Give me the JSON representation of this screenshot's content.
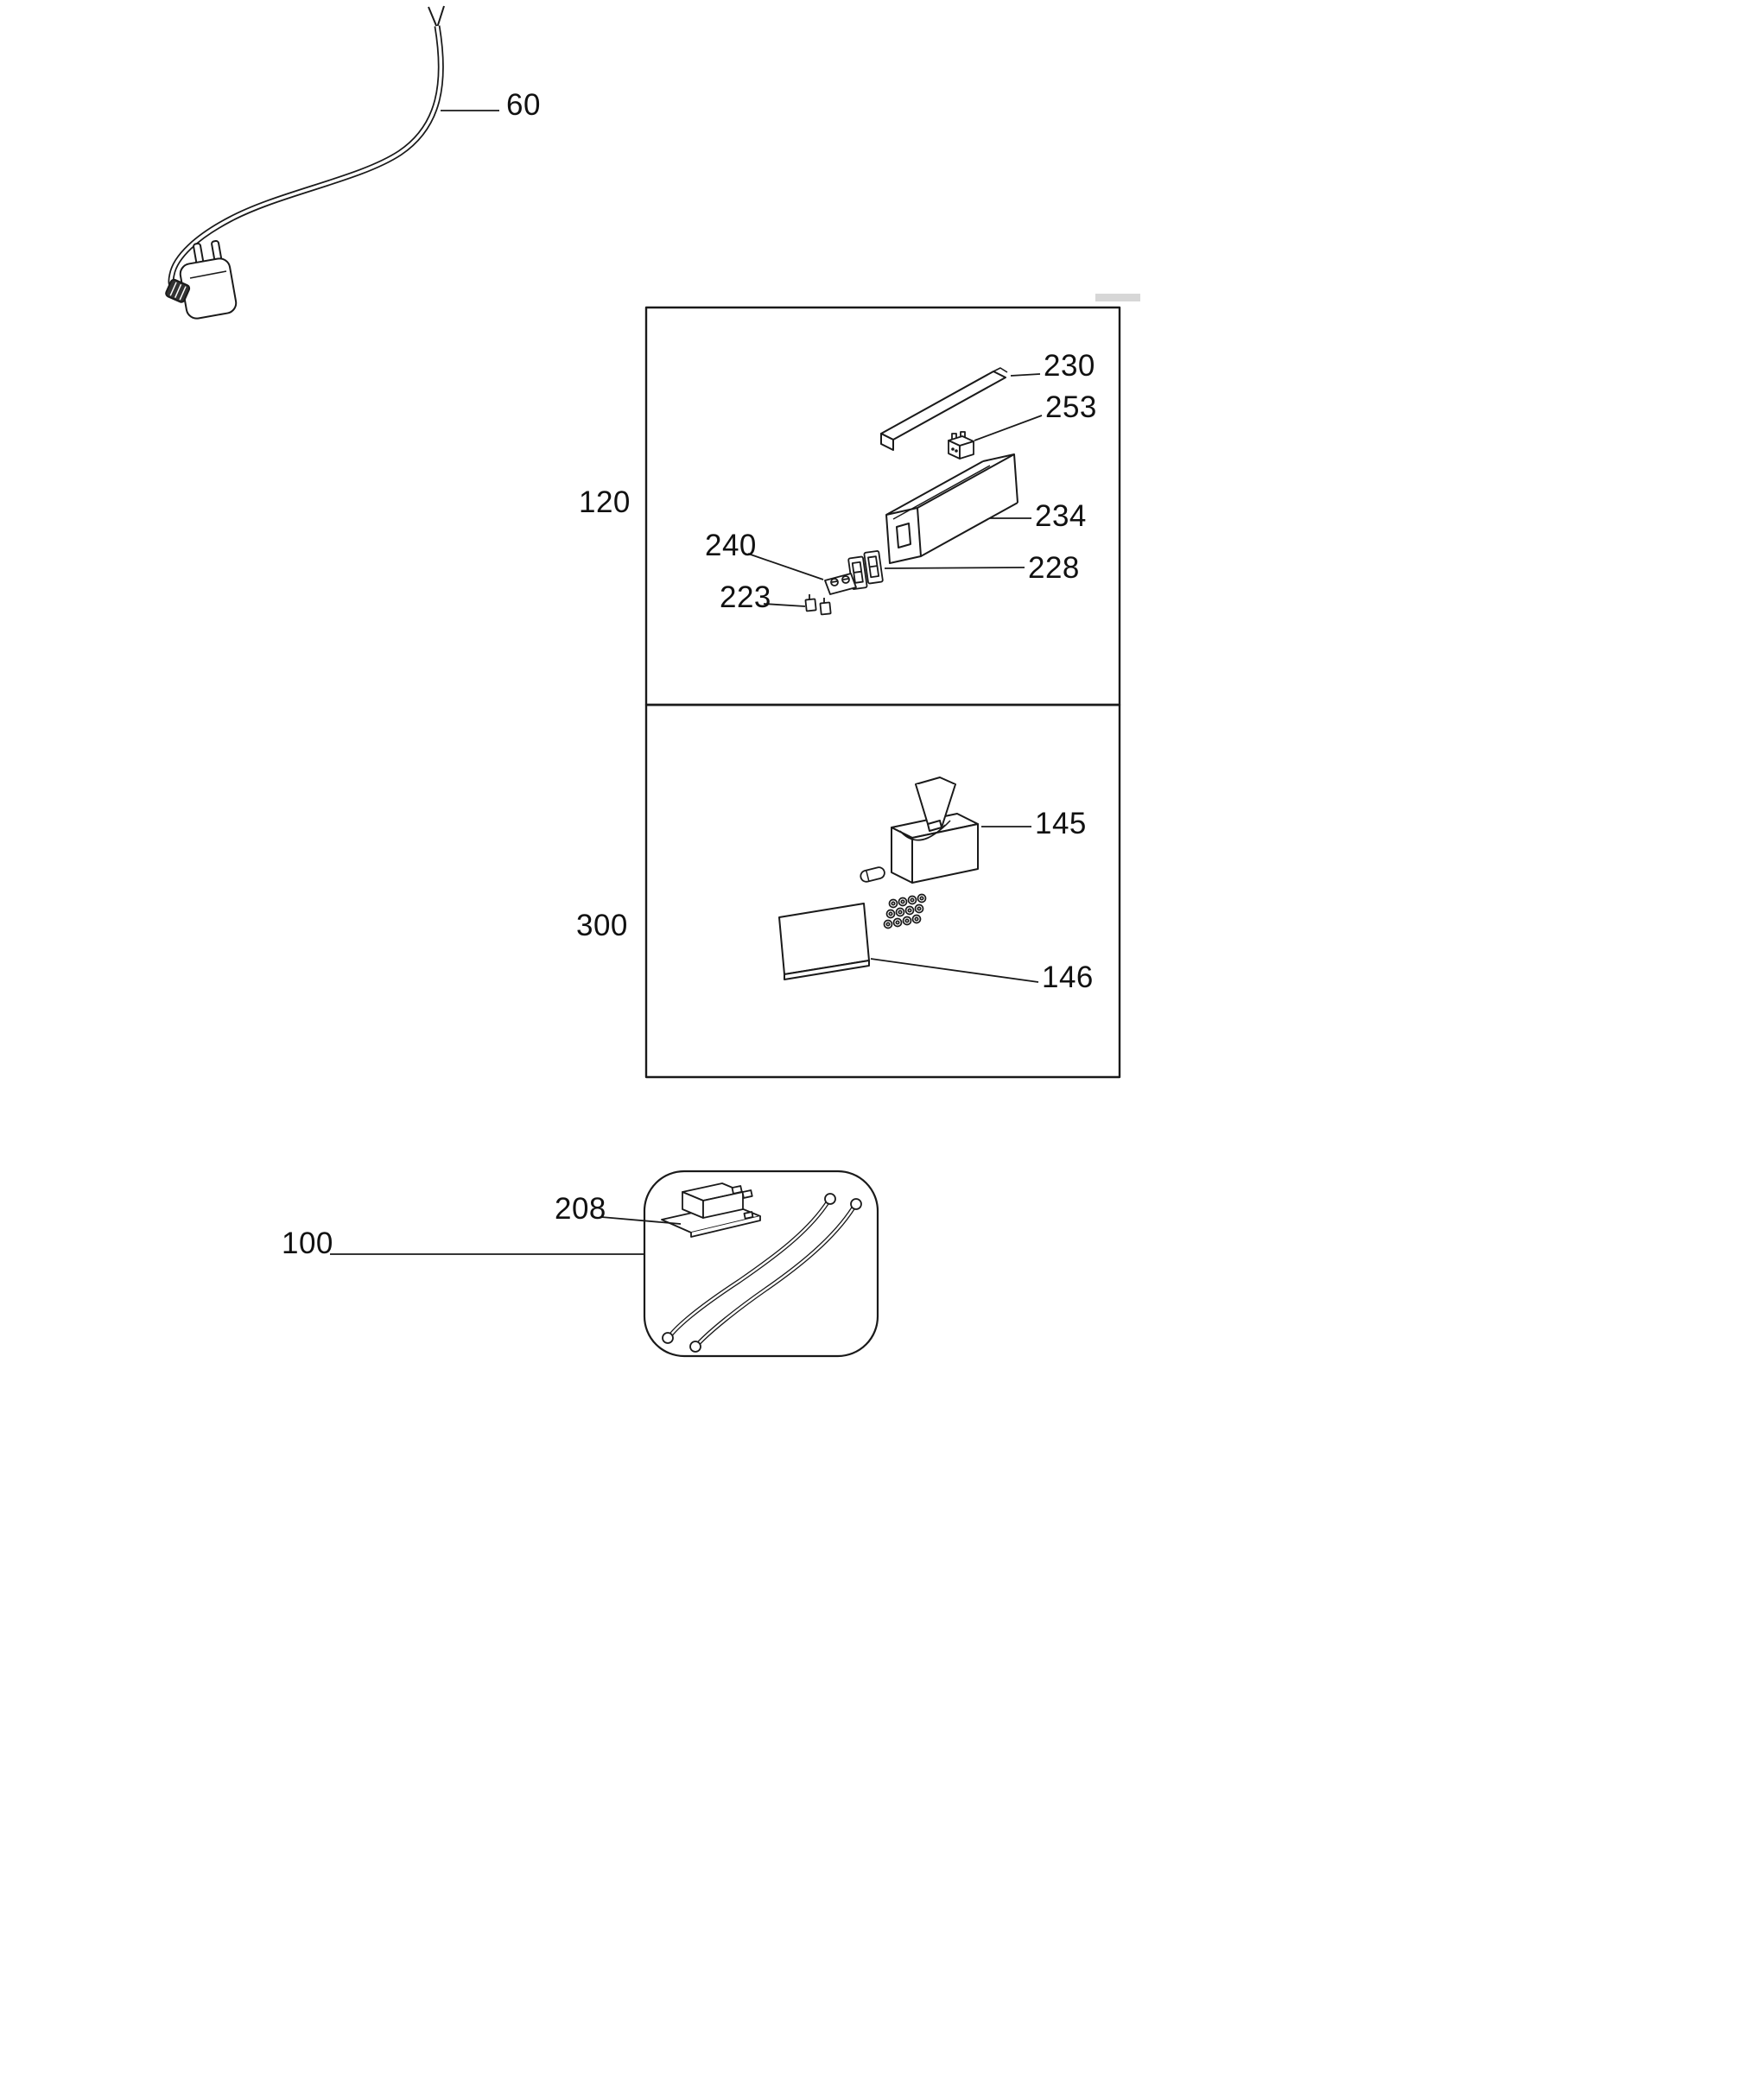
{
  "diagram": {
    "type": "exploded-parts-diagram",
    "background": "#ffffff",
    "line_color": "#1a1a1a",
    "groups": [
      {
        "id": "120",
        "parts": [
          "230",
          "253",
          "234",
          "228",
          "240",
          "223"
        ]
      },
      {
        "id": "300",
        "parts": [
          "145",
          "146"
        ]
      },
      {
        "id": "100",
        "parts": [
          "208"
        ]
      }
    ],
    "standalone_parts": [
      "60"
    ],
    "labels": {
      "part_60": "60",
      "group_120": "120",
      "part_230": "230",
      "part_253": "253",
      "part_234": "234",
      "part_228": "228",
      "part_240": "240",
      "part_223": "223",
      "group_300": "300",
      "part_145": "145",
      "part_146": "146",
      "group_100": "100",
      "part_208": "208"
    }
  }
}
